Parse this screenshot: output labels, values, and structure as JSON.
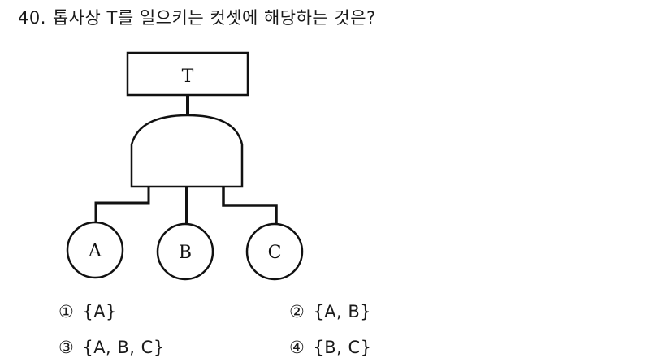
{
  "question": {
    "number": "40.",
    "text": "톱사상 T를 일으키는 컷셋에 해당하는 것은?"
  },
  "diagram": {
    "type": "fault-tree",
    "top_event": "T",
    "gate": "AND",
    "basic_events": [
      "A",
      "B",
      "C"
    ]
  },
  "options": [
    {
      "mark": "①",
      "text": "{A}"
    },
    {
      "mark": "②",
      "text": "{A,  B}"
    },
    {
      "mark": "③",
      "text": "{A,  B,  C}"
    },
    {
      "mark": "④",
      "text": "{B,  C}"
    }
  ]
}
